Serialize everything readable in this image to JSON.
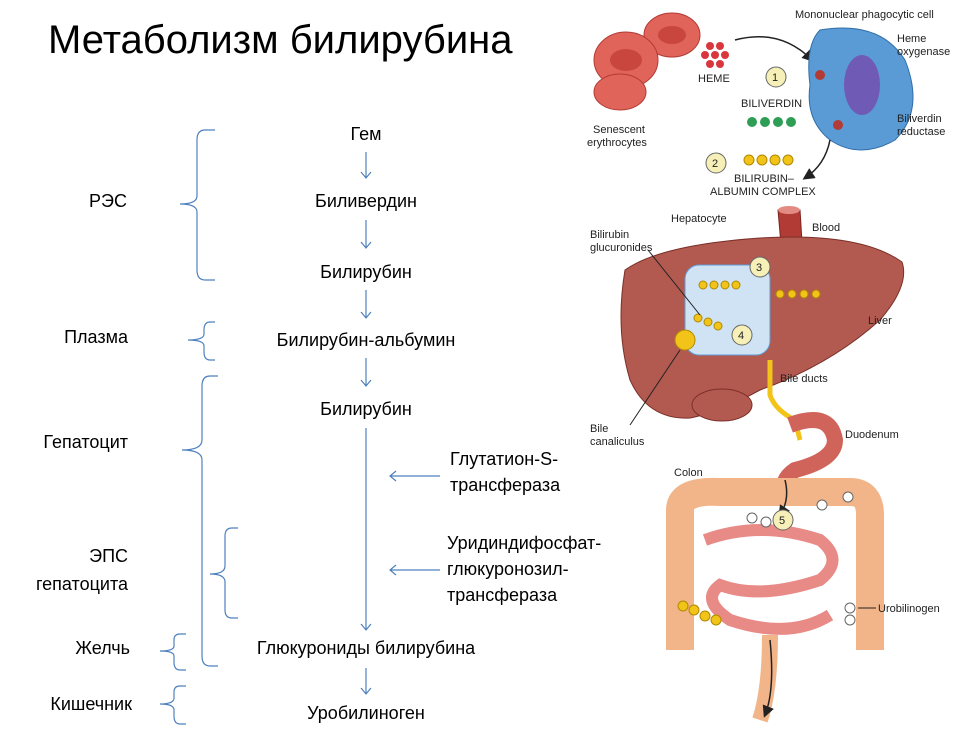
{
  "title": "Метаболизм билирубина",
  "flow": {
    "n1": "Гем",
    "n2": "Биливердин",
    "n3": "Билирубин",
    "n4": "Билирубин-альбумин",
    "n5": "Билирубин",
    "n6": "Глюкурониды билирубина",
    "n7": "Уробилиноген"
  },
  "locations": {
    "res": "РЭС",
    "plasma": "Плазма",
    "hepatocyte": "Гепатоцит",
    "er_line1": "ЭПС",
    "er_line2": "гепатоцита",
    "bile": "Желчь",
    "intestine": "Кишечник"
  },
  "enzymes": {
    "gst_line1": "Глутатион-S-",
    "gst_line2": "трансфераза",
    "ugt_line1": "Уридиндифосфат-",
    "ugt_line2": "глюкуронозил-",
    "ugt_line3": "трансфераза"
  },
  "figure": {
    "mono_cell": "Mononuclear phagocytic cell",
    "heme_oxygenase_1": "Heme",
    "heme_oxygenase_2": "oxygenase",
    "heme": "HEME",
    "biliverdin": "BILIVERDIN",
    "biliverdin_reductase_1": "Biliverdin",
    "biliverdin_reductase_2": "reductase",
    "senescent_1": "Senescent",
    "senescent_2": "erythrocytes",
    "complex_1": "BILIRUBIN–",
    "complex_2": "ALBUMIN COMPLEX",
    "hepatocyte": "Hepatocyte",
    "blood": "Blood",
    "glucuronides_1": "Bilirubin",
    "glucuronides_2": "glucuronides",
    "liver": "Liver",
    "bile_ducts": "Bile ducts",
    "canaliculus_1": "Bile",
    "canaliculus_2": "canaliculus",
    "duodenum": "Duodenum",
    "colon": "Colon",
    "urobilinogen": "Urobilinogen",
    "step1": "1",
    "step2": "2",
    "step3": "3",
    "step4": "4",
    "step5": "5"
  },
  "colors": {
    "line": "#4f81bd",
    "rbc": "#e0645a",
    "cell": "#5b9bd5",
    "liver": "#b35a50",
    "bilirubin": "#f2c318",
    "biliverdin": "#2e9e55",
    "heme": "#d9363e"
  }
}
